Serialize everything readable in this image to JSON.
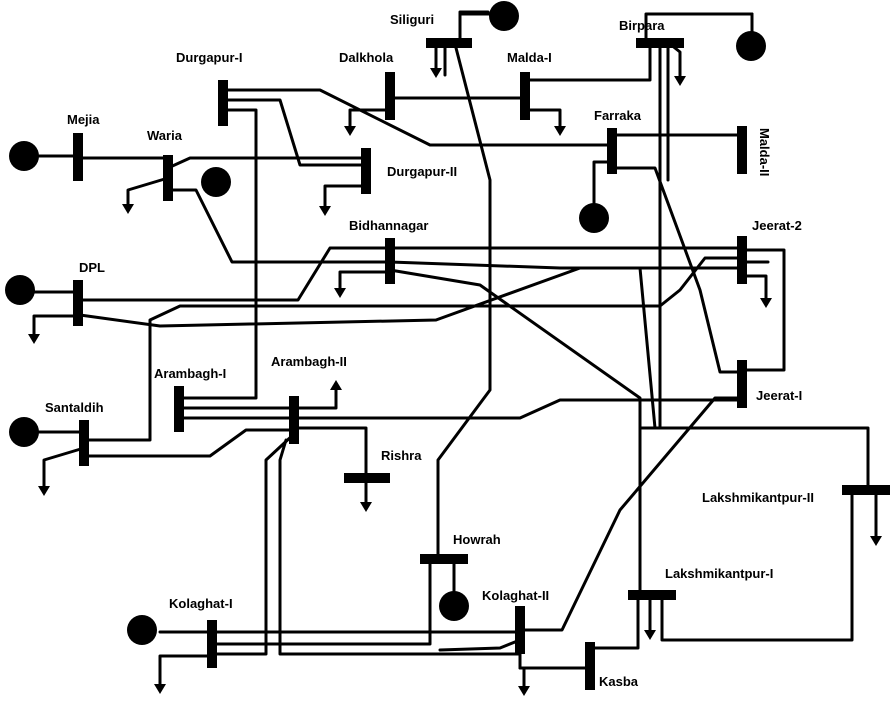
{
  "diagram": {
    "type": "power-system single-line diagram",
    "colors": {
      "line": "#000000",
      "background": "#ffffff"
    },
    "buses": [
      "Siliguri",
      "Birpara",
      "Durgapur-I",
      "Dalkhola",
      "Malda-I",
      "Mejia",
      "Waria",
      "Farraka",
      "Malda-II",
      "Durgapur-II",
      "Bidhannagar",
      "Jeerat-2",
      "DPL",
      "Arambagh-I",
      "Arambagh-II",
      "Jeerat-I",
      "Santaldih",
      "Rishra",
      "Lakshmikantpur-II",
      "Howrah",
      "Lakshmikantpur-I",
      "Kolaghat-I",
      "Kolaghat-II",
      "Kasba"
    ],
    "generator_icon": "ac-generator-icon",
    "load_icon": "load-arrow-icon"
  }
}
